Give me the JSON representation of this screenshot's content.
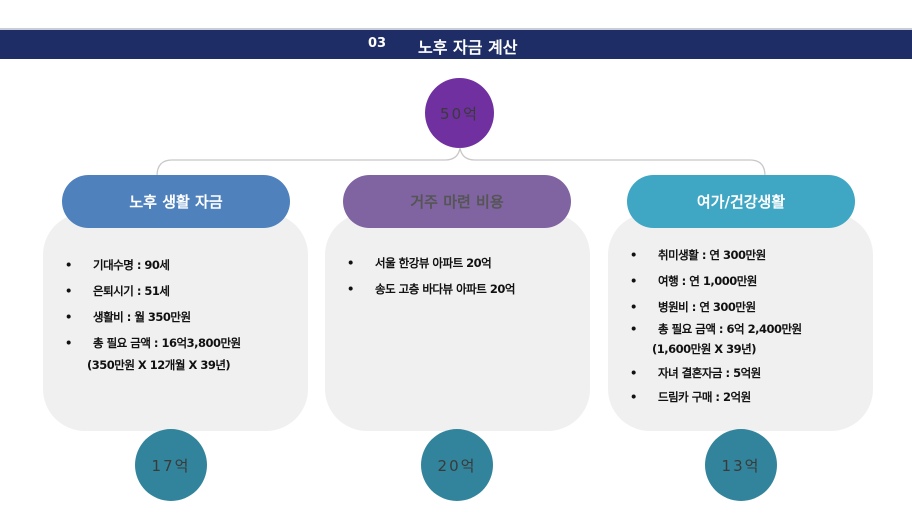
{
  "header": {
    "number": "03",
    "title": "노후 자금 계산"
  },
  "total": "50억",
  "columns": [
    {
      "title": "노후 생활 자금",
      "color": "#4f81bd",
      "items": [
        {
          "text": "기대수명 : 90세"
        },
        {
          "text": "은퇴시기 : 51세"
        },
        {
          "text": "생활비 : 월 350만원"
        },
        {
          "text": "총 필요 금액 : 16억3,800만원",
          "sub": "(350만원 X 12개월 X 39년)"
        }
      ],
      "amount": "17억"
    },
    {
      "title": "거주 마련 비용",
      "color": "#8064a2",
      "items": [
        {
          "text": "서울 한강뷰 아파트 20억"
        },
        {
          "text": "송도 고층 바다뷰 아파트 20억"
        }
      ],
      "amount": "20억"
    },
    {
      "title": "여가/건강생활",
      "color": "#3fa6c4",
      "items": [
        {
          "text": "취미생활 : 연 300만원"
        },
        {
          "text": "여행 : 연 1,000만원"
        },
        {
          "text": "병원비 : 연 300만원"
        },
        {
          "text": "총 필요 금액 : 6억 2,400만원",
          "sub": "(1,600만원 X 39년)"
        },
        {
          "text": "자녀 결혼자금 : 5억원"
        },
        {
          "text": "드림카 구매 : 2억원"
        }
      ],
      "amount": "13억"
    }
  ]
}
